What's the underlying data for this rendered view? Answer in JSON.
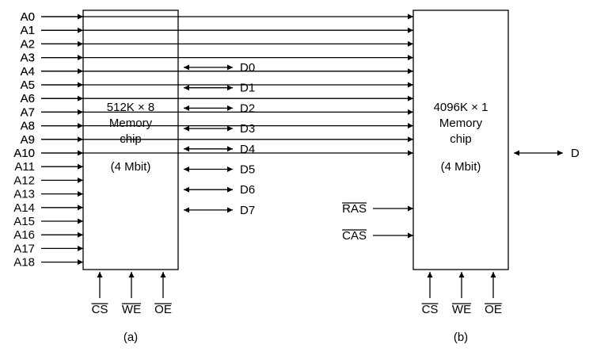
{
  "diagram_a": {
    "chip_lines": [
      "512K × 8",
      "Memory",
      "chip",
      "(4 Mbit)"
    ],
    "address_pins": [
      "A0",
      "A1",
      "A2",
      "A3",
      "A4",
      "A5",
      "A6",
      "A7",
      "A8",
      "A9",
      "A10",
      "A11",
      "A12",
      "A13",
      "A14",
      "A15",
      "A16",
      "A17",
      "A18"
    ],
    "data_pins": [
      "D0",
      "D1",
      "D2",
      "D3",
      "D4",
      "D5",
      "D6",
      "D7"
    ],
    "control_pins": [
      "CS",
      "WE",
      "OE"
    ],
    "caption": "(a)"
  },
  "diagram_b": {
    "chip_lines": [
      "4096K × 1",
      "Memory",
      "chip",
      "(4 Mbit)"
    ],
    "address_pins": [
      "A0",
      "A1",
      "A2",
      "A3",
      "A4",
      "A5",
      "A6",
      "A7",
      "A8",
      "A9",
      "A10"
    ],
    "strobe_pins": [
      "RAS",
      "CAS"
    ],
    "data_pins": [
      "D"
    ],
    "control_pins": [
      "CS",
      "WE",
      "OE"
    ],
    "caption": "(b)"
  },
  "colors": {
    "stroke": "#000000",
    "background": "#ffffff"
  }
}
